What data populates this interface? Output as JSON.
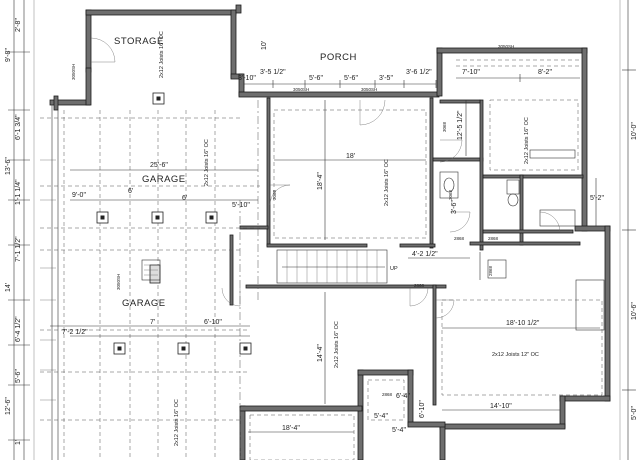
{
  "rooms": {
    "storage": "STORAGE",
    "porch": "PORCH",
    "garage_upper": "GARAGE",
    "garage_lower": "GARAGE",
    "stair_up": "UP"
  },
  "dimensions": {
    "storage_width": "10'",
    "porch_segments": [
      "3'-10\"",
      "3'-5 1/2\"",
      "5'-6\"",
      "5'-6\"",
      "3'-5\"",
      "3'-6 1/2\""
    ],
    "right_top": [
      "7'-10\"",
      "8'-2\""
    ],
    "garage_span": "25'-6\"",
    "garage_bays": [
      "9'-0\"",
      "6'",
      "6'",
      "5'-10\""
    ],
    "center_room_width": "18'",
    "center_room_depth": "18'-4\"",
    "stair_offset": "4'-2 1/2\"",
    "garage_lower_bays": [
      "7'-2 1/2\"",
      "7'",
      "6'-10\""
    ],
    "right_room_width": "18'-10 1/2\"",
    "right_room_lower": "14'-10\"",
    "center_lower_depth": "14'-4\"",
    "bottom_left": "18'-4\"",
    "bottom_steps": [
      "5'-4\"",
      "6'-4\"",
      "6'-10\"",
      "5'-4\""
    ],
    "right_upper_vert": [
      "12'-5 1/2\"",
      "5'-2\""
    ],
    "bath_small": "3'-6\"",
    "left_side": [
      "9'-8\"",
      "2'-8\"",
      "6'-1 3/4\"",
      "13'-6\"",
      "1'-1 1/4\"",
      "7'-1 1/2\"",
      "14'",
      "6'-4 1/2\"",
      "5'-6\"",
      "12'-6\"",
      "1'"
    ],
    "right_side": [
      "10'-0\"",
      "10'-6\"",
      "5'-0\""
    ]
  },
  "notes": {
    "joists_storage": "2x12 Joists 16\" OC",
    "joists_center": "2x12 Joists 16\" OC",
    "joists_right_upper": "2x12 Joists 16\" OC",
    "joists_garage": "2x12 Joists 16\" OC",
    "joists_lower_center": "2x12 Joists 16\" OC",
    "joists_right_lower": "2x12 Joists 12\" OC",
    "joists_bottom_left": "2x12 Joists 16\" OC",
    "window_codes": [
      "3050SH",
      "3050SH",
      "3050SH",
      "3050SH",
      "3050SH",
      "2868",
      "3068",
      "2868",
      "2868",
      "2868",
      "3068",
      "3068",
      "2868"
    ]
  }
}
